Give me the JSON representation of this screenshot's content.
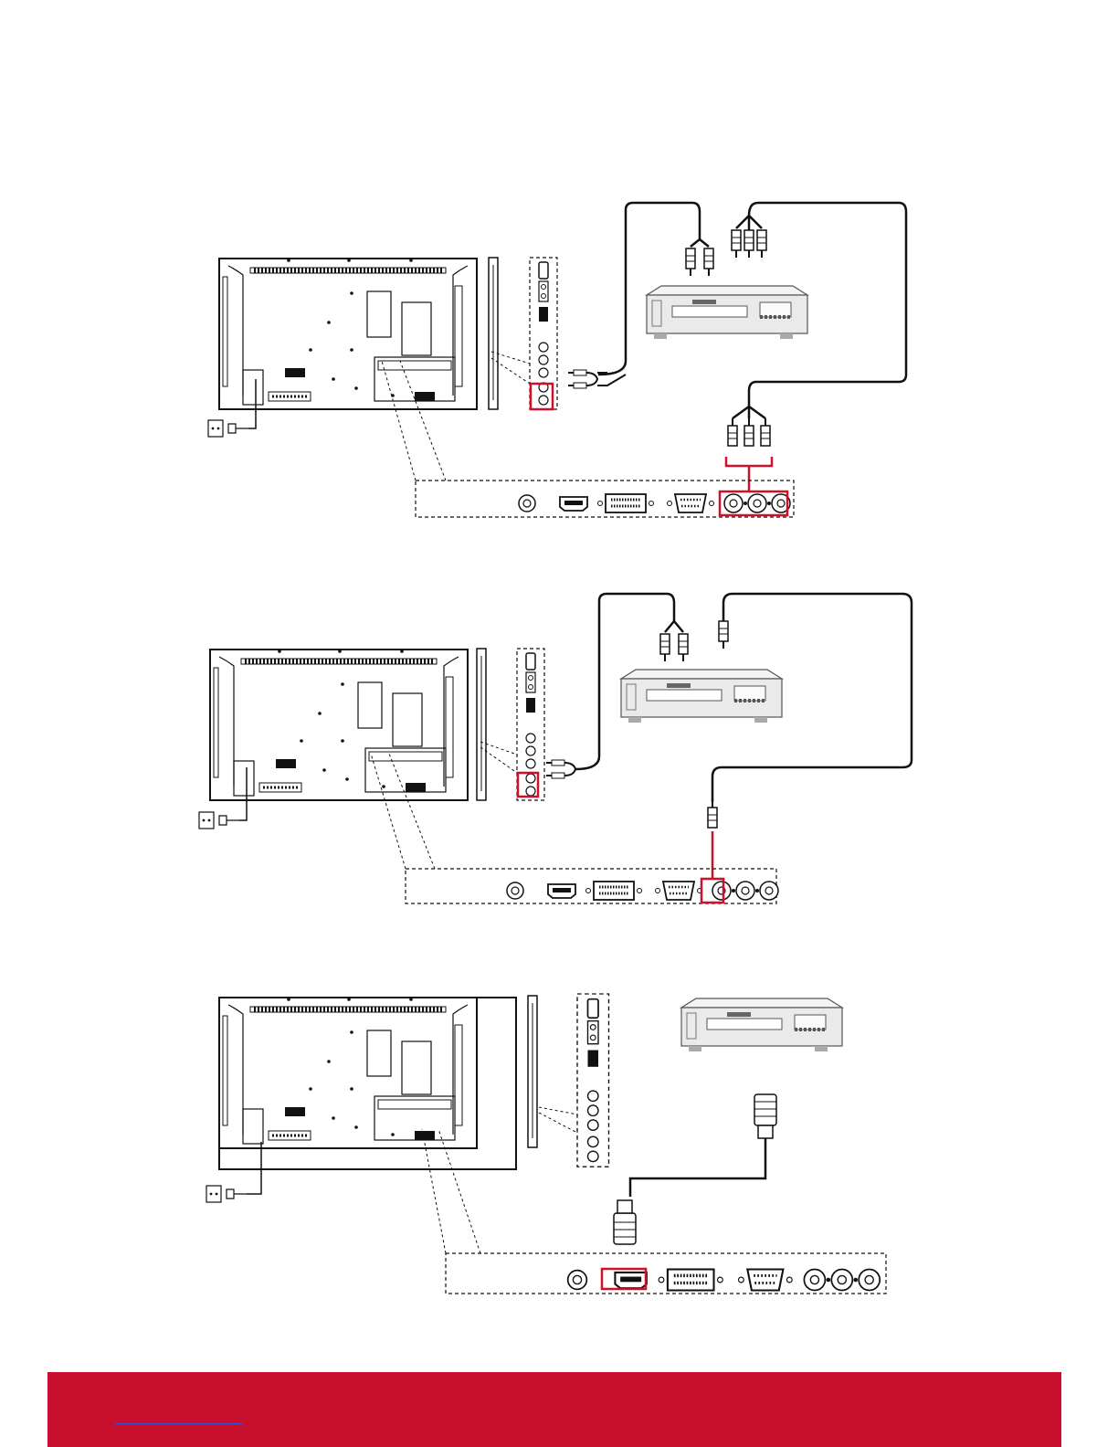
{
  "page": {
    "colors": {
      "line": "#111111",
      "highlight": "#d0102a",
      "device_fill": "#eeeeee",
      "footer": "#c8102e"
    }
  },
  "diagrams": [
    {
      "id": "component-connection",
      "highlight": "component-ycbcr-ports"
    },
    {
      "id": "composite-connection",
      "highlight": "composite-video-port"
    },
    {
      "id": "hdmi-connection",
      "highlight": "hdmi-port"
    }
  ],
  "icons": [
    "display-rear-icon",
    "power-outlet-icon",
    "dvd-player-icon",
    "rca-plug-icon",
    "hdmi-plug-icon",
    "bnc-plug-icon"
  ],
  "footer": {}
}
